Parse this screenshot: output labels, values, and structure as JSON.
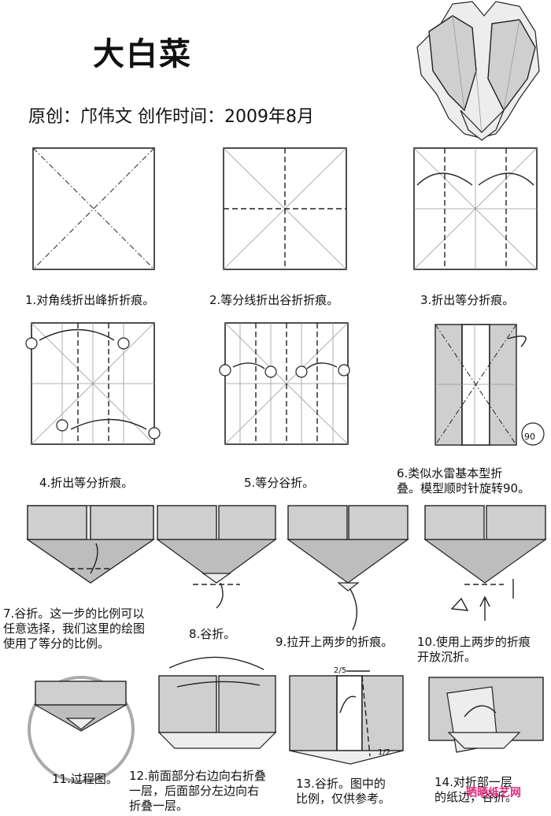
{
  "title": "大白菜",
  "subtitle": "原创：邝伟文  创作时间：2009年8月",
  "steps": [
    {
      "caption": "1.对角线折出峰折折痕。"
    },
    {
      "caption": "2.等分线折出谷折折痕。"
    },
    {
      "caption": "3.折出等分折痕。"
    },
    {
      "caption": "4.折出等分折痕。"
    },
    {
      "caption": "5.等分谷折。"
    },
    {
      "caption": "6.类似水雷基本型折\n叠。模型顺时针旋转90。"
    },
    {
      "caption": "7.谷折。这一步的比例可以\n任意选择，我们这里的绘图\n使用了等分的比例。"
    },
    {
      "caption": "8.谷折。"
    },
    {
      "caption": "9.拉开上两步的折痕。"
    },
    {
      "caption": "10.使用上两步的折痕\n开放沉折。"
    },
    {
      "caption": "11.过程图。"
    },
    {
      "caption": "12.前面部分右边向右折叠\n一层，后面部分左边向右\n折叠一层。"
    },
    {
      "caption": "13.谷折。图中的\n比例，仅供参考。"
    },
    {
      "caption": "14.对折部一层\n的纸边，谷折。"
    }
  ],
  "labels": {
    "rotate": "90",
    "ratio_top": "2/5",
    "ratio_side": "1/2"
  },
  "watermark": "晒晒纸艺网"
}
